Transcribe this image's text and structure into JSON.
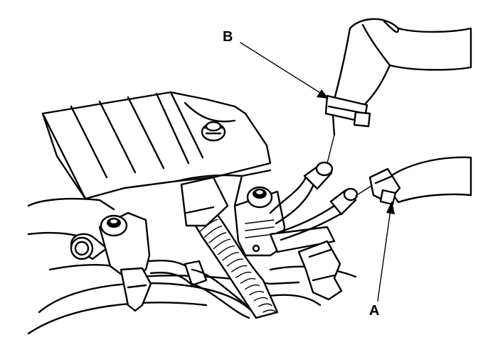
{
  "callouts": {
    "a": {
      "text": "A",
      "target": "hose-clamp-lower"
    },
    "b": {
      "text": "B",
      "target": "hose-clamp-upper"
    }
  },
  "colors": {
    "line": "#000000",
    "background": "#ffffff"
  }
}
